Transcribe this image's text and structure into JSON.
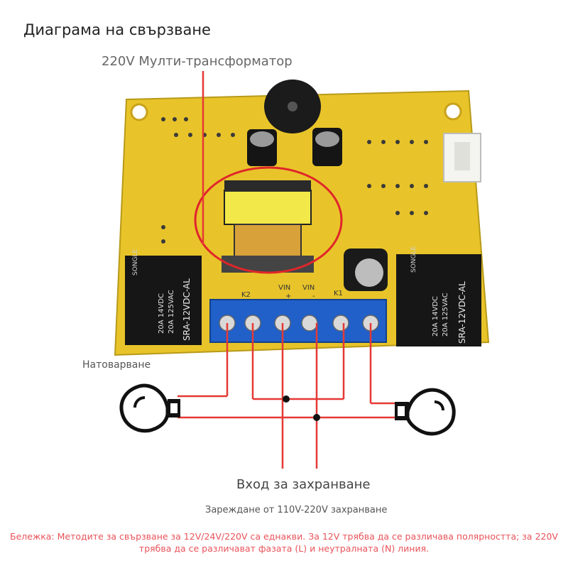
{
  "title": "Диаграма на свързване",
  "transformer_label": "220V Мулти-трансформатор",
  "load_label": "Натоварване",
  "power_input_label": "Вход за захранване",
  "charging_label": "Зареждане от 110V-220V захранване",
  "note": "Бележка: Методите за свързване за 12V/24V/220V са еднакви. За 12V трябва да се различава полярността; за 220V трябва да се различават фазата (L) и неутралната (N) линия.",
  "board": {
    "relay_left": {
      "brand": "SONGLE",
      "ratings": [
        "20A 14VDC",
        "20A 125VAC"
      ],
      "model": "SRA-12VDC-AL"
    },
    "relay_right": {
      "brand": "SONGLE",
      "ratings": [
        "20A 14VDC",
        "20A 125VAC"
      ],
      "model": "SRA-12VDC-AL"
    },
    "terminal_labels": {
      "k2": "K2",
      "vin1": "VIN",
      "vin2": "VIN",
      "k1": "K1",
      "plus": "+",
      "minus": "-"
    }
  },
  "colors": {
    "board": "#e8c42a",
    "terminal": "#1f5fbf",
    "wire": "#e53935",
    "relay": "#1a1a1a",
    "note": "#e8535a"
  },
  "icons": {
    "left_bulb": "light-bulb-icon",
    "right_bulb": "light-bulb-icon"
  }
}
